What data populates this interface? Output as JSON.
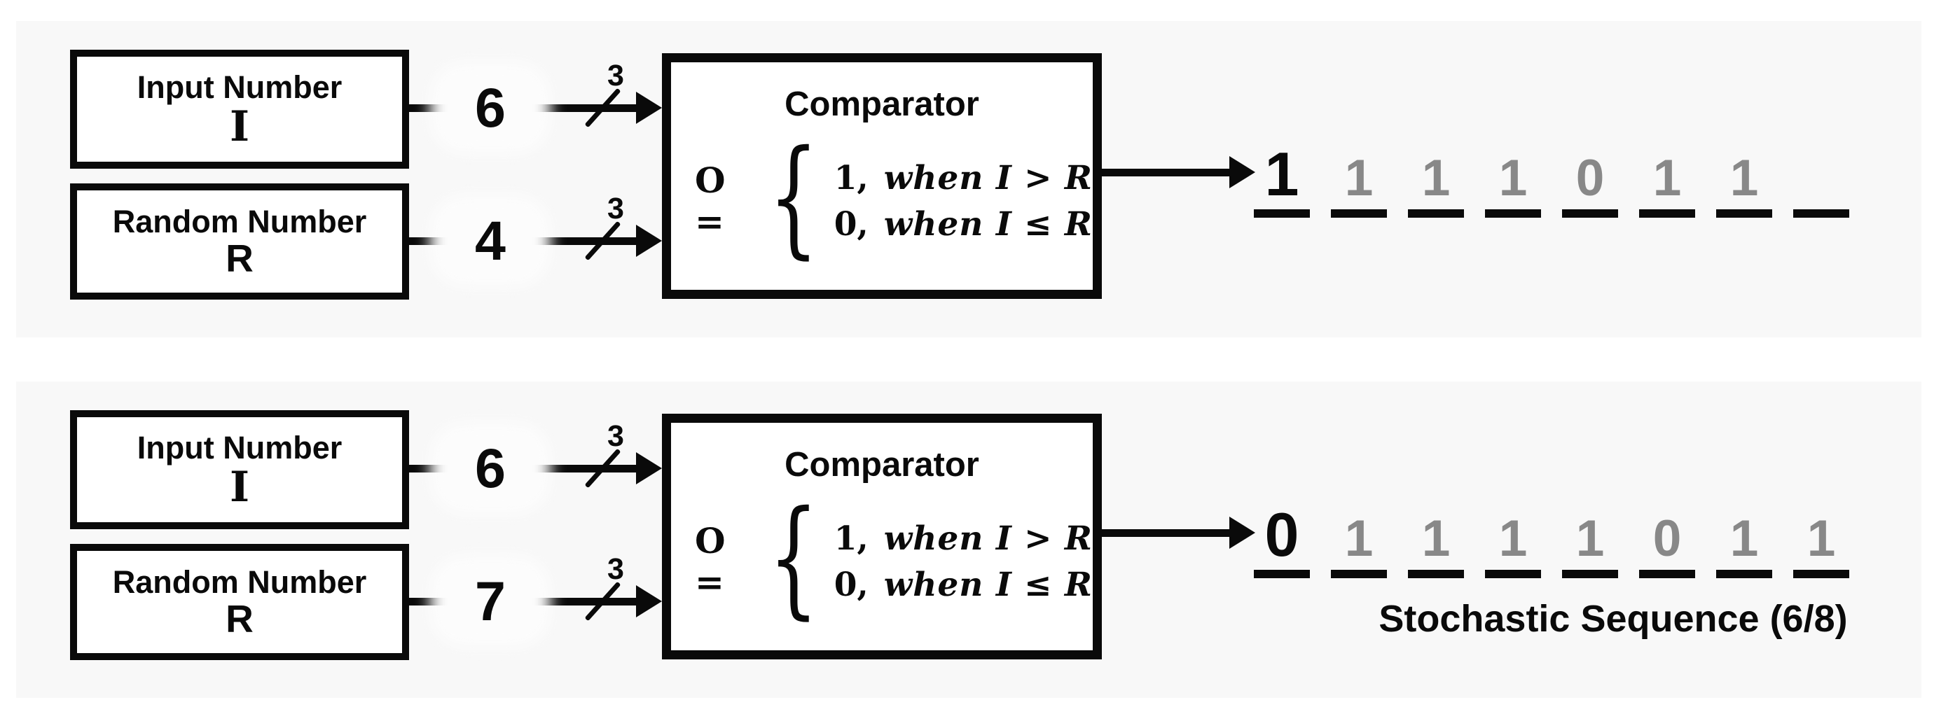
{
  "colors": {
    "page_bg": "#ffffff",
    "panel_bg": "#f8f8f8",
    "ink": "#0a0a0a",
    "faded_digit": "#888888"
  },
  "panels": [
    {
      "input_box": {
        "title": "Input Number",
        "symbol": "I"
      },
      "random_box": {
        "title": "Random Number",
        "symbol": "R"
      },
      "input_value": "6",
      "random_value": "4",
      "bus_width": "3",
      "comparator": {
        "title": "Comparator",
        "output_lhs": "O =",
        "brace": "{",
        "cases": [
          {
            "num": "1,",
            "cond": "when I > R"
          },
          {
            "num": "0,",
            "cond": "when I ≤ R"
          }
        ]
      },
      "sequence": {
        "new_bit": "1",
        "history": [
          "1",
          "1",
          "1",
          "0",
          "1",
          "1"
        ]
      },
      "caption": ""
    },
    {
      "input_box": {
        "title": "Input Number",
        "symbol": "I"
      },
      "random_box": {
        "title": "Random Number",
        "symbol": "R"
      },
      "input_value": "6",
      "random_value": "7",
      "bus_width": "3",
      "comparator": {
        "title": "Comparator",
        "output_lhs": "O =",
        "brace": "{",
        "cases": [
          {
            "num": "1,",
            "cond": "when I > R"
          },
          {
            "num": "0,",
            "cond": "when I ≤ R"
          }
        ]
      },
      "sequence": {
        "new_bit": "0",
        "history": [
          "1",
          "1",
          "1",
          "1",
          "0",
          "1",
          "1"
        ]
      },
      "caption": "Stochastic Sequence (6/8)"
    }
  ]
}
